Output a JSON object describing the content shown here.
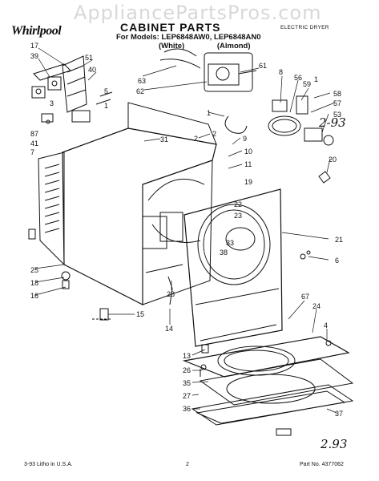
{
  "watermark": "AppliancePartsPros.com",
  "brand": "Whirlpool",
  "title": "CABINET PARTS",
  "models_line": "For Models: LEP6848AW0, LEP6848AN0",
  "variants": [
    "(White)",
    "(Almond)"
  ],
  "product_type": "ELECTRIC DRYER",
  "handwritten_note": "2-93",
  "handwritten_note_bottom": "2.93",
  "footer": {
    "left": "3-93  Litho in U.S.A.",
    "page": "2",
    "part_no": "Part No. 4377062"
  },
  "callouts": [
    "17",
    "39",
    "51",
    "40",
    "5",
    "3",
    "1",
    "87",
    "41",
    "7",
    "63",
    "62",
    "61",
    "8",
    "56",
    "59",
    "58",
    "57",
    "53",
    "31",
    "2",
    "9",
    "10",
    "11",
    "19",
    "20",
    "22",
    "23",
    "33",
    "38",
    "21",
    "6",
    "25",
    "18",
    "16",
    "15",
    "28",
    "14",
    "13",
    "26",
    "35",
    "27",
    "36",
    "37",
    "67",
    "24",
    "4",
    "1",
    "2",
    "1"
  ]
}
